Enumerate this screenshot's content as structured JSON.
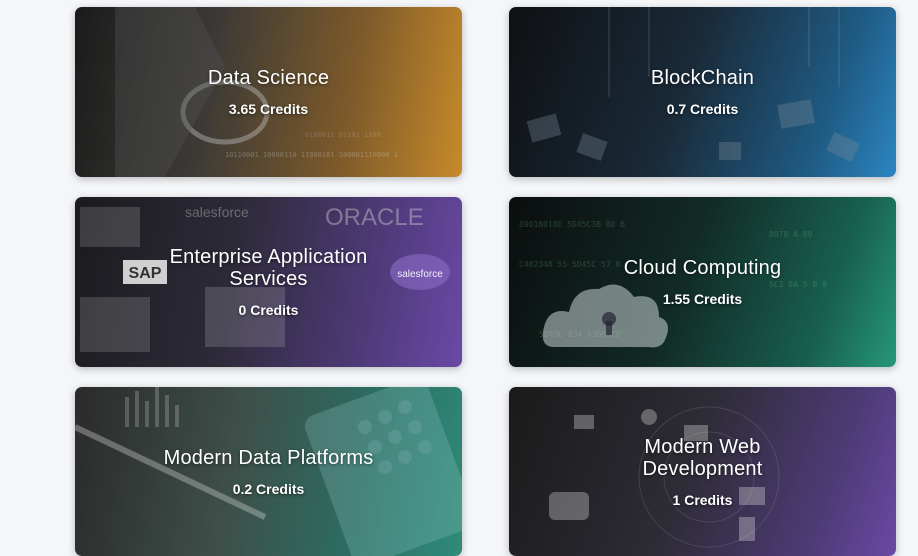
{
  "courses": [
    {
      "title": "Data Science",
      "credits": "3.65 Credits"
    },
    {
      "title": "BlockChain",
      "credits": "0.7 Credits"
    },
    {
      "title": "Enterprise Application Services",
      "credits": "0 Credits"
    },
    {
      "title": "Cloud Computing",
      "credits": "1.55 Credits"
    },
    {
      "title": "Modern Data Platforms",
      "credits": "0.2 Credits"
    },
    {
      "title": "Modern Web Development",
      "credits": "1 Credits"
    }
  ],
  "logos": {
    "salesforce": "salesforce",
    "oracle": "ORACLE",
    "sap": "SAP"
  }
}
